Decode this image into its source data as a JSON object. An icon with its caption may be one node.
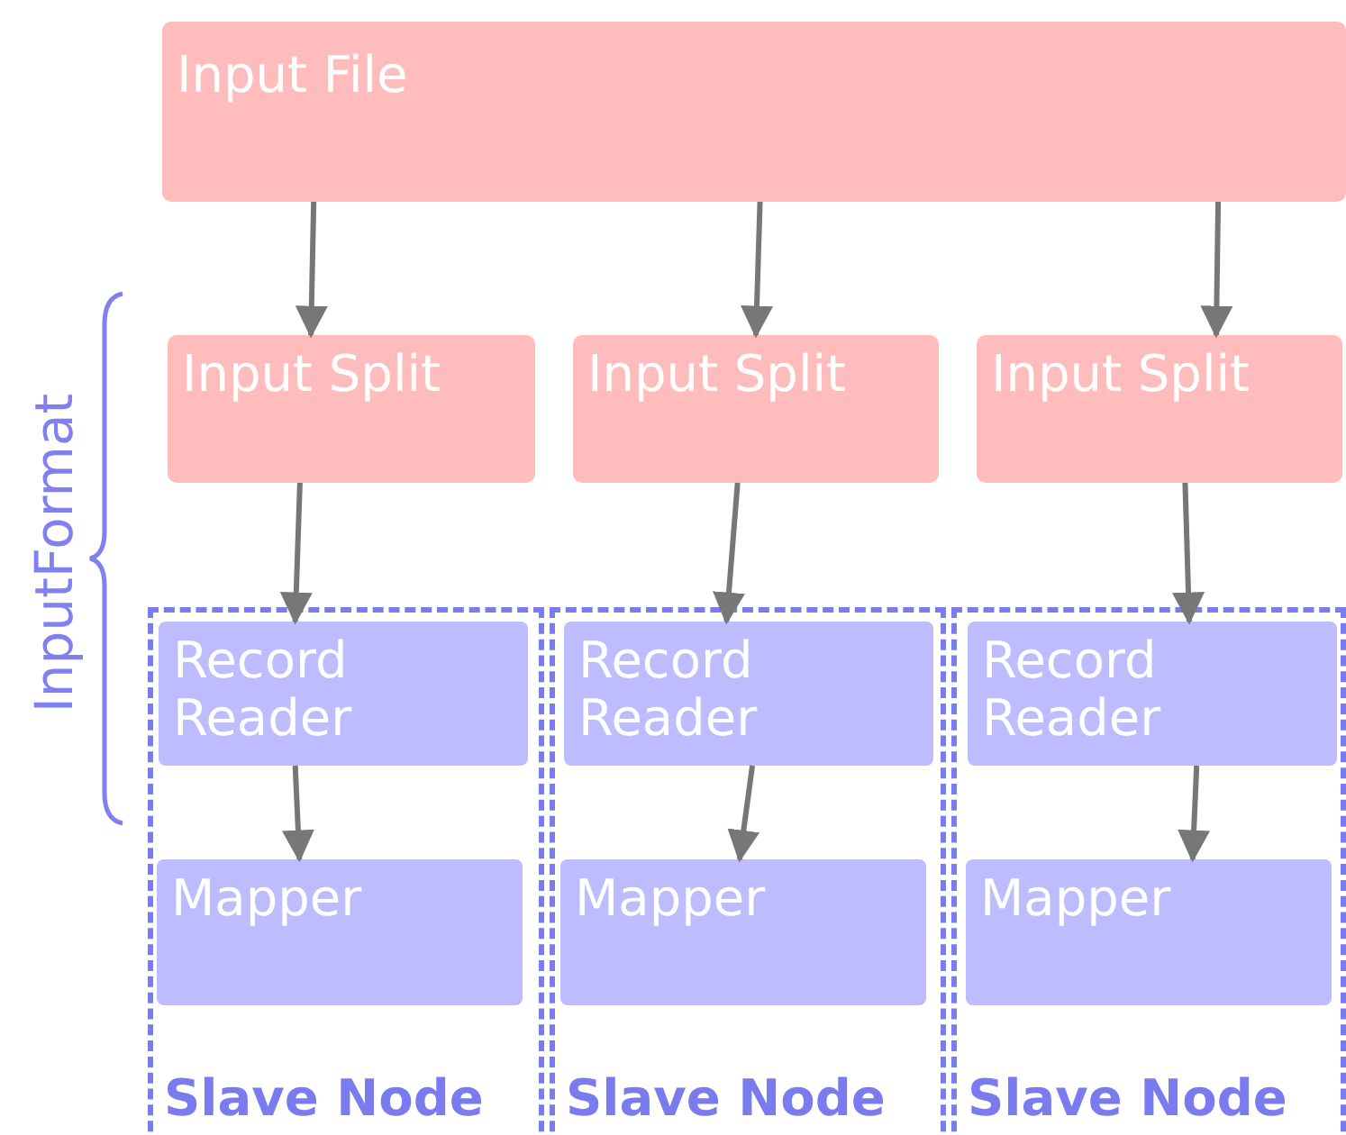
{
  "diagram": {
    "nodes": [
      {
        "text": [
          "Input File"
        ]
      },
      {
        "text": [
          "Input Split"
        ]
      },
      {
        "text": [
          "Input Split"
        ]
      },
      {
        "text": [
          "Input Split"
        ]
      },
      {
        "text": [
          "Slave Node"
        ]
      },
      {
        "text": [
          "Record Reader"
        ],
        "in": 4
      },
      {
        "text": [
          "Mapper"
        ],
        "in": 4
      },
      {
        "text": [
          "Slave Node"
        ]
      },
      {
        "text": [
          "Record Reader"
        ],
        "in": 7
      },
      {
        "text": [
          "Mapper"
        ],
        "in": 7
      },
      {
        "text": [
          "Slave Node"
        ]
      },
      {
        "text": [
          "Record Reader"
        ],
        "in": 10
      },
      {
        "text": [
          "Mapper"
        ],
        "in": 10
      }
    ],
    "edges": [
      {
        "from": 0,
        "to": 1,
        "arrow": "to"
      },
      {
        "from": 0,
        "to": 2,
        "arrow": "to"
      },
      {
        "from": 0,
        "to": 3,
        "arrow": "to"
      },
      {
        "from": 1,
        "to": 5,
        "arrow": "to"
      },
      {
        "from": 2,
        "to": 8,
        "arrow": "to"
      },
      {
        "from": 3,
        "to": 11,
        "arrow": "to"
      },
      {
        "from": 5,
        "to": 6,
        "arrow": "to"
      },
      {
        "from": 8,
        "to": 9,
        "arrow": "to"
      },
      {
        "from": 11,
        "to": 12,
        "arrow": "to"
      }
    ],
    "labels": [
      "InputFormat"
    ]
  }
}
